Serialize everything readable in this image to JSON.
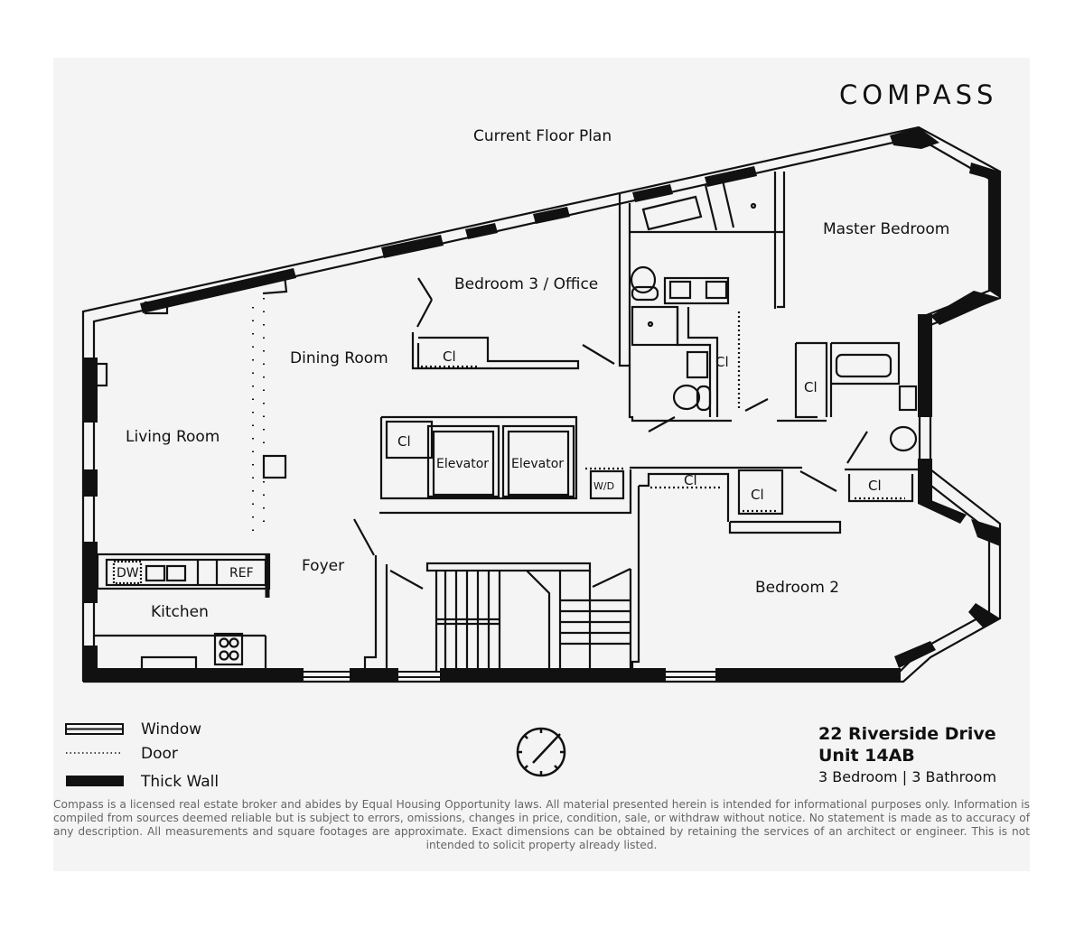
{
  "brand": {
    "logo_text": "COMPASS"
  },
  "plan": {
    "title": "Current Floor Plan",
    "rooms": {
      "living_room": "Living Room",
      "dining_room": "Dining Room",
      "bedroom_3": "Bedroom 3 / Office",
      "master_bedroom": "Master Bedroom",
      "bedroom_2": "Bedroom 2",
      "kitchen": "Kitchen",
      "foyer": "Foyer"
    },
    "fixtures": {
      "closet": "Cl",
      "elevator": "Elevator",
      "washer_dryer": "W/D",
      "dishwasher": "DW",
      "refrigerator": "REF"
    }
  },
  "legend": {
    "items": [
      {
        "label": "Window",
        "icon": "window-symbol"
      },
      {
        "label": "Door",
        "icon": "door-symbol"
      },
      {
        "label": "Thick Wall",
        "icon": "thick-wall-symbol"
      }
    ]
  },
  "compass_icon": "north-arrow-icon",
  "listing": {
    "address": "22 Riverside Drive",
    "unit": "Unit 14AB",
    "summary": "3 Bedroom | 3 Bathroom"
  },
  "disclaimer": "Compass is a licensed real estate broker and abides by Equal Housing Opportunity laws. All material presented herein is intended for informational purposes only. Information is compiled from sources deemed reliable but is subject to errors, omissions, changes in price, condition, sale, or withdraw without notice. No statement is made as to accuracy of any description. All measurements and square footages are approximate. Exact dimensions can be obtained by retaining the services of an architect or engineer. This is not intended to solicit property already listed."
}
